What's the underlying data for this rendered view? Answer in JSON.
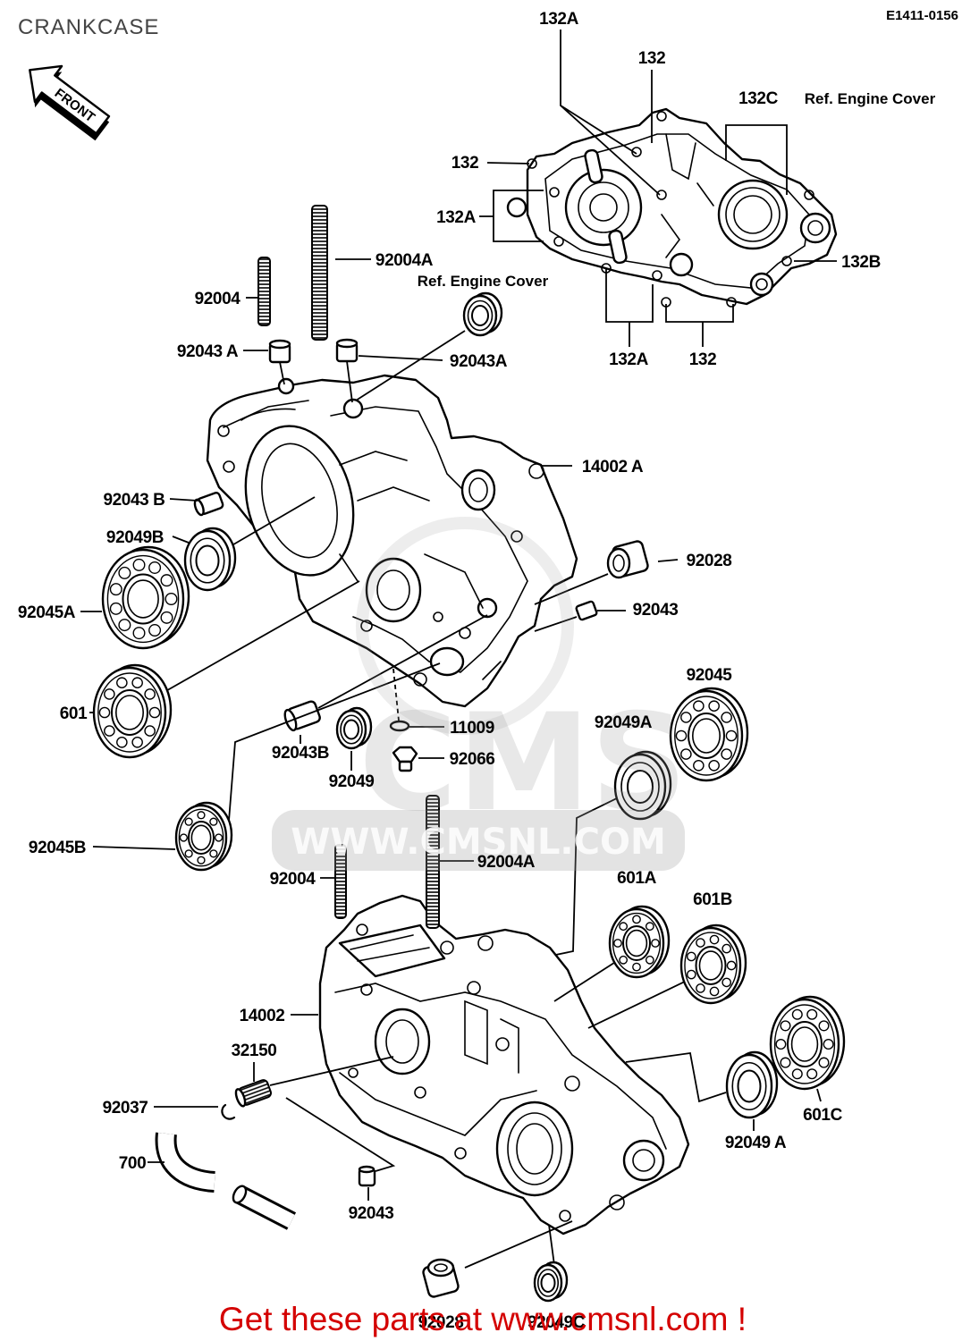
{
  "title": "CRANKCASE",
  "figure_code": "E1411-0156",
  "front_arrow": "FRONT",
  "callouts": [
    "132A",
    "132",
    "132C",
    "Ref. Engine Cover",
    "132",
    "132A",
    "132B",
    "132A",
    "132",
    "92004A",
    "Ref. Engine Cover",
    "92004",
    "92043 A",
    "92043A",
    "14002 A",
    "92043 B",
    "92049B",
    "92028",
    "92045A",
    "92043",
    "601",
    "92045",
    "92049A",
    "11009",
    "92043B",
    "92066",
    "92049",
    "92045B",
    "92004",
    "92004A",
    "601A",
    "601B",
    "14002",
    "32150",
    "92037",
    "700",
    "92049 A",
    "601C",
    "92043",
    "92028",
    "92049C"
  ],
  "watermark": {
    "logo": "CMS",
    "url": "WWW.CMSNL.COM"
  },
  "promo_text": "Get these parts at www.cmsnl.com !",
  "colors": {
    "ink": "#000000",
    "promo": "#d40000",
    "watermark": "#9a9a9a"
  }
}
